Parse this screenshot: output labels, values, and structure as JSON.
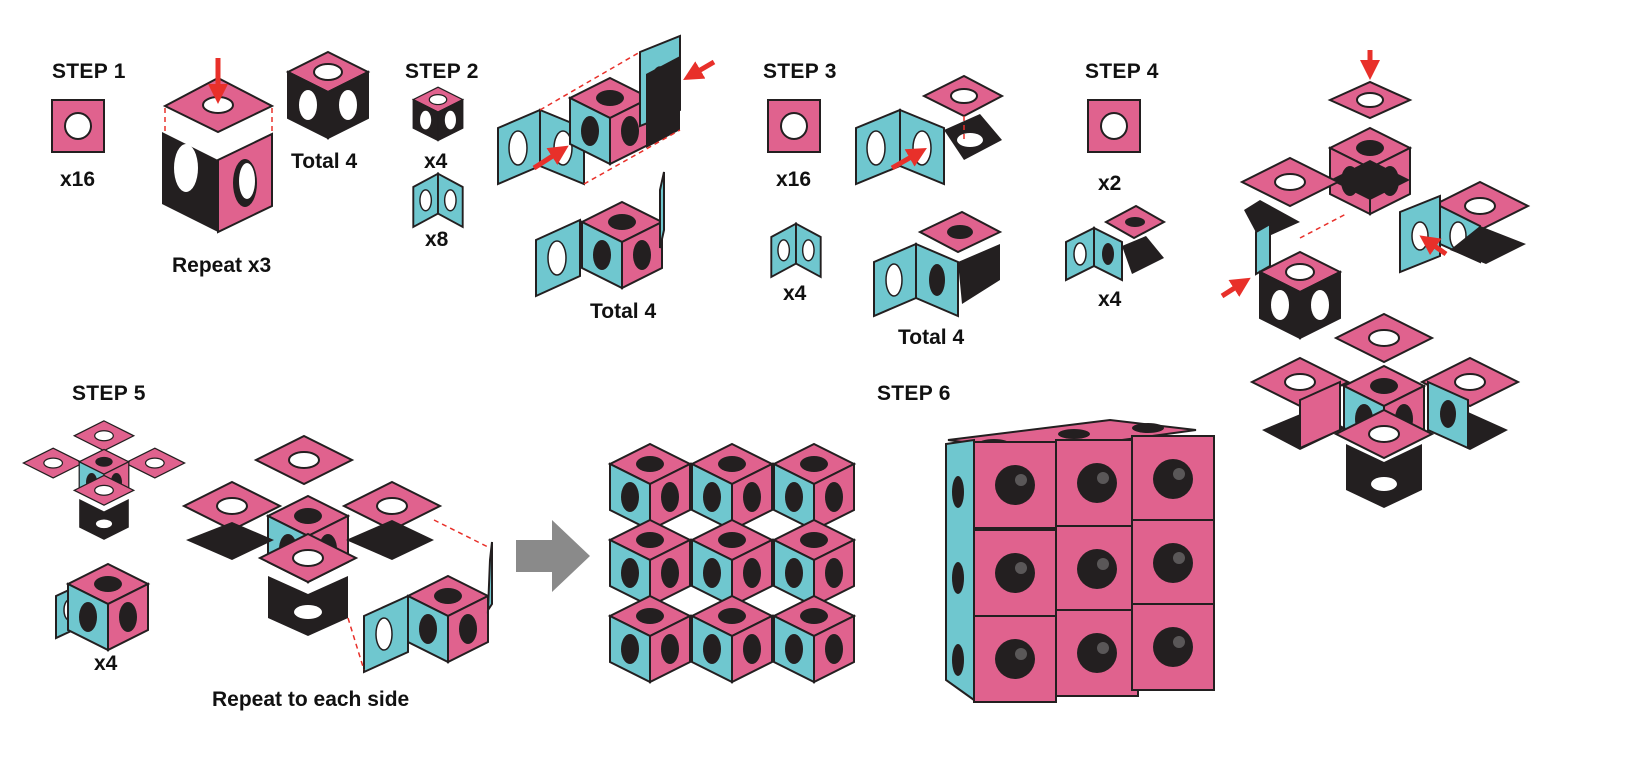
{
  "steps": [
    {
      "label": "STEP 1"
    },
    {
      "label": "STEP 2"
    },
    {
      "label": "STEP 3"
    },
    {
      "label": "STEP 4"
    },
    {
      "label": "STEP 5"
    },
    {
      "label": "STEP 6"
    }
  ],
  "captions": {
    "s1_count": "x16",
    "s1_total": "Total 4",
    "s1_repeat": "Repeat x3",
    "s2_cube_count": "x4",
    "s2_hinge_count": "x8",
    "s2_total": "Total 4",
    "s3_count": "x16",
    "s3_hinge_count": "x4",
    "s3_total": "Total 4",
    "s4_count": "x2",
    "s4_hinge_count": "x4",
    "s5_count": "x4",
    "s5_repeat": "Repeat to each side"
  },
  "colors": {
    "pink": "#e0628e",
    "teal": "#6fc7cf",
    "dark": "#231f20",
    "arrow_red": "#e8302a",
    "arrow_gray": "#8a8a8a"
  }
}
